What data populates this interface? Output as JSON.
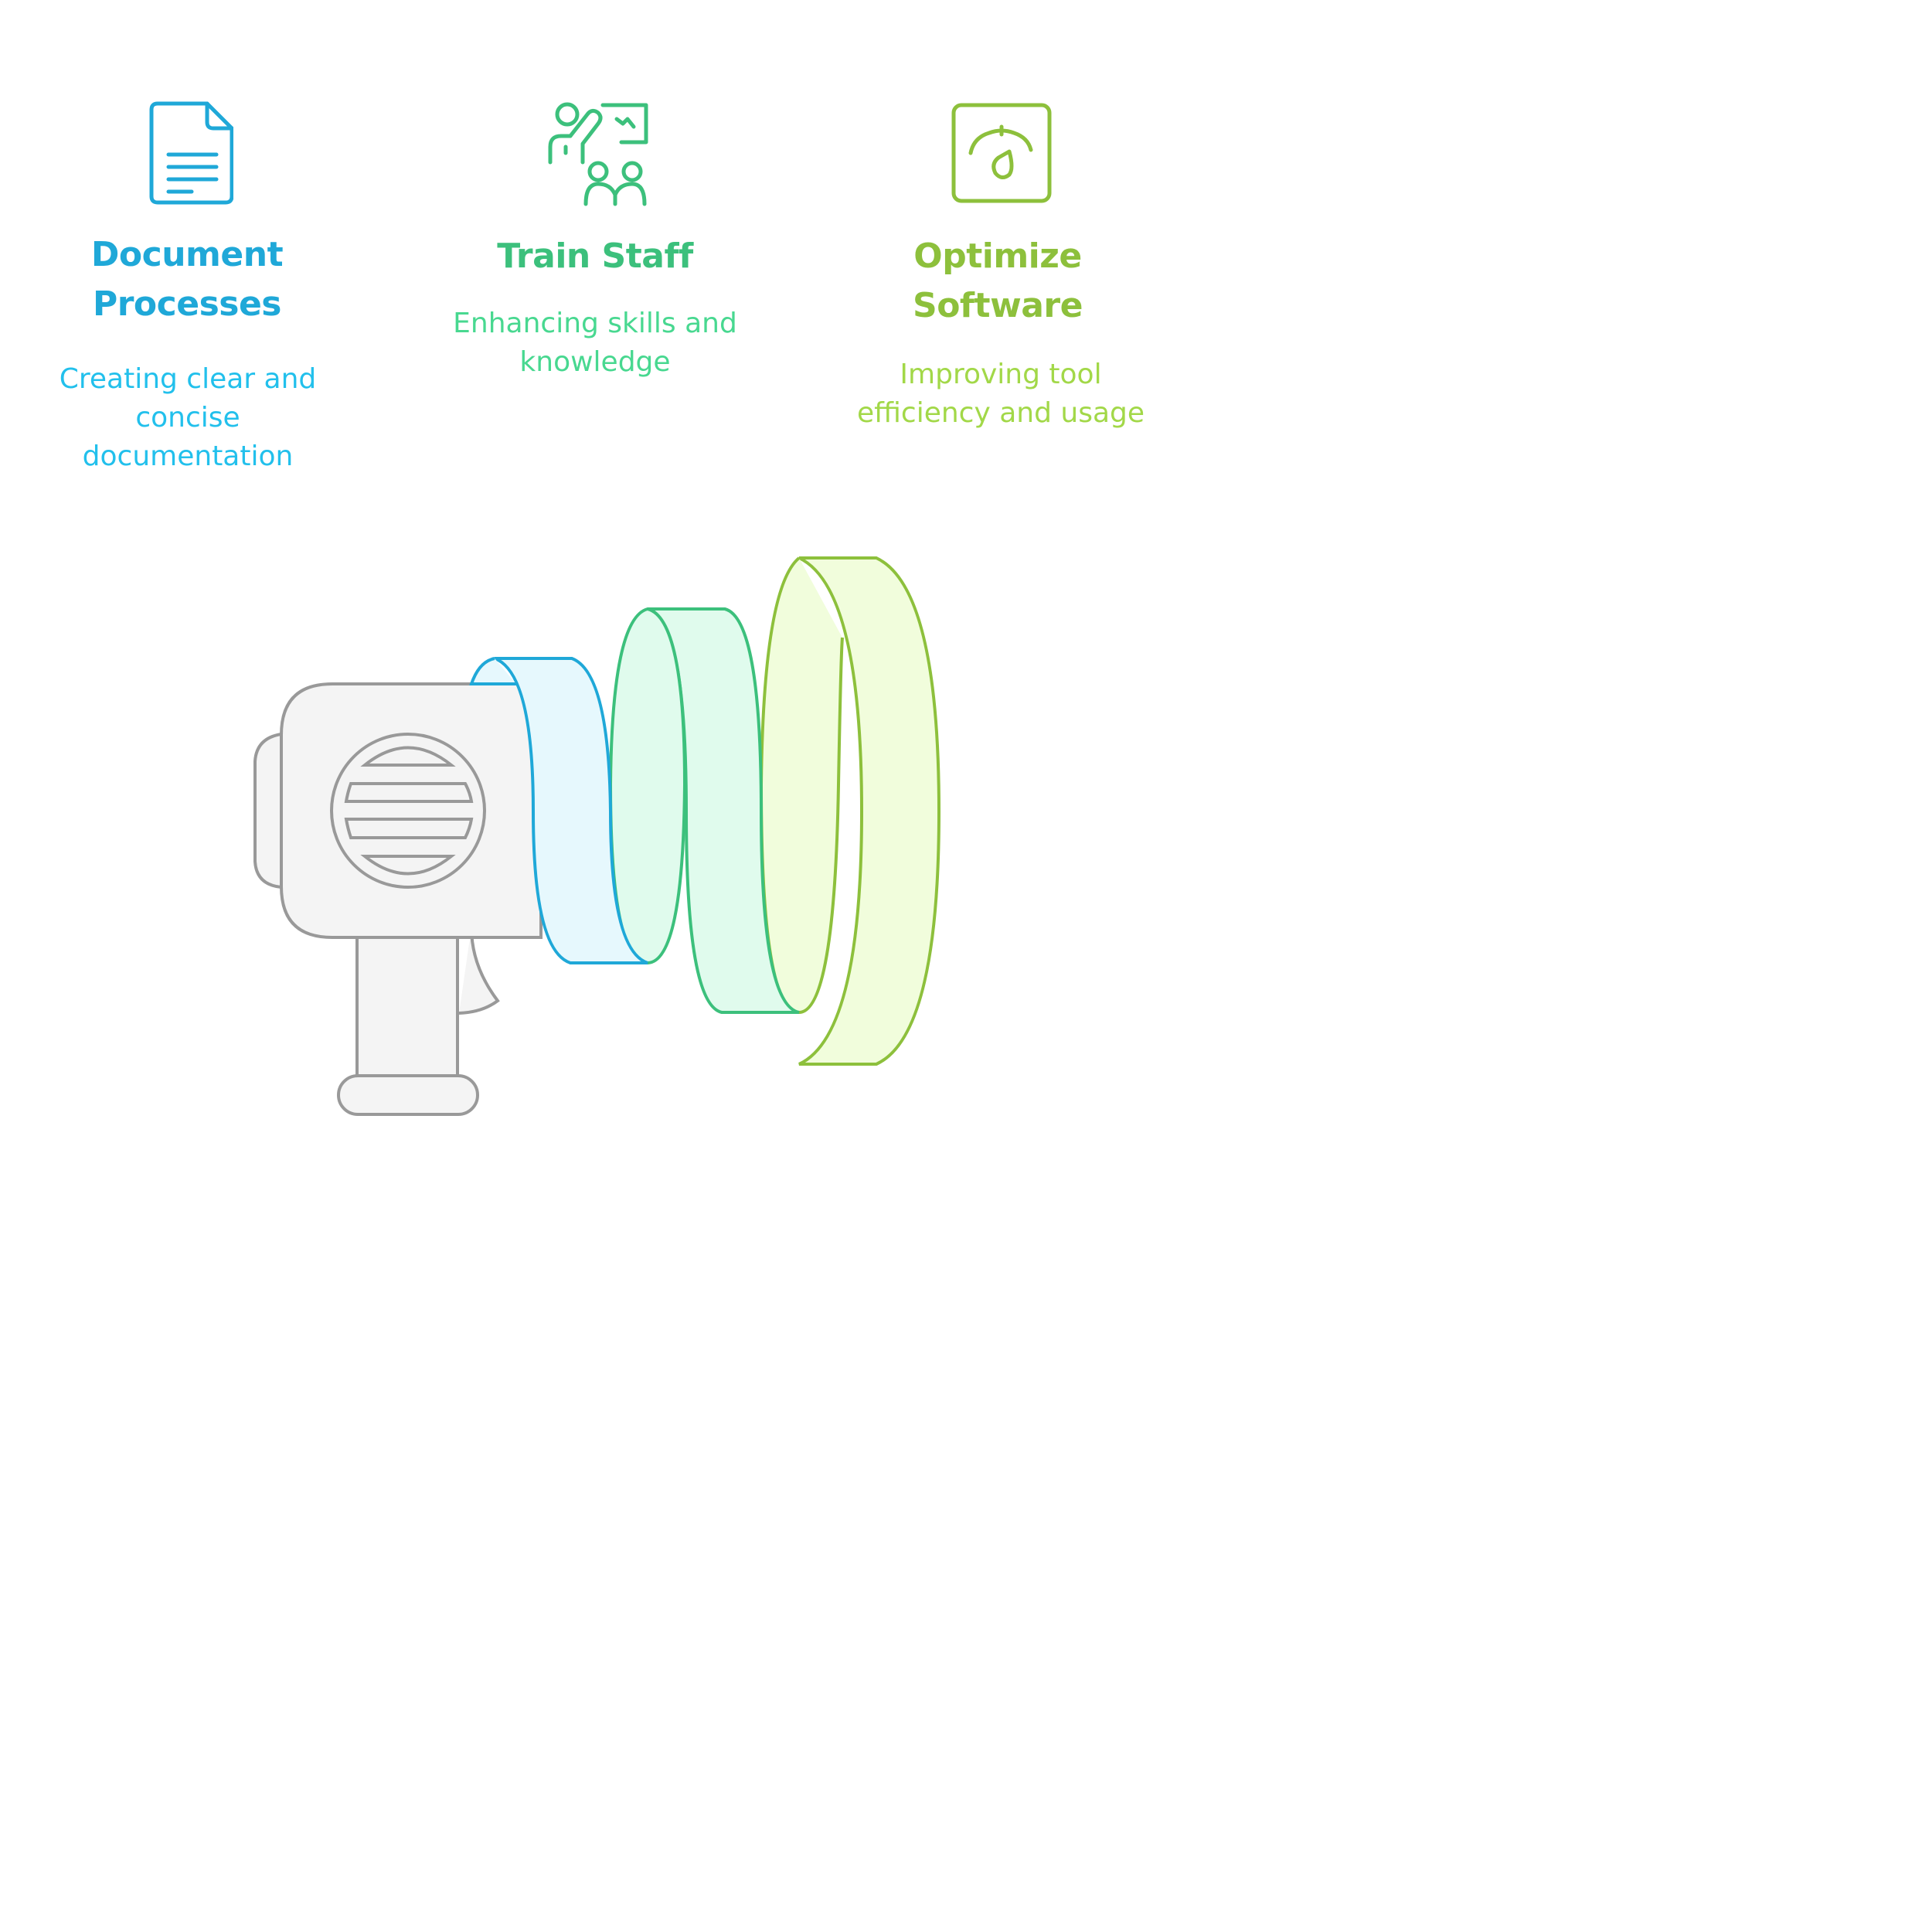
{
  "items": [
    {
      "title": "Document Processes",
      "description": "Creating clear and concise documentation",
      "icon": "document-icon",
      "color": "#1fa8d8",
      "text_color": "#22c0ec",
      "fill": "#e6f8fd"
    },
    {
      "title": "Train Staff",
      "description": "Enhancing skills and knowledge",
      "icon": "presentation-training-icon",
      "color": "#3cc07c",
      "text_color": "#48d890",
      "fill": "#e0fbed"
    },
    {
      "title": "Optimize Software",
      "description": "Improving tool efficiency and usage",
      "icon": "speedometer-icon",
      "color": "#8dc03c",
      "text_color": "#a2d848",
      "fill": "#f1fddc"
    }
  ],
  "illustration": {
    "icon": "megaphone-icon",
    "body_fill": "#f4f4f4",
    "body_stroke": "#999999"
  }
}
